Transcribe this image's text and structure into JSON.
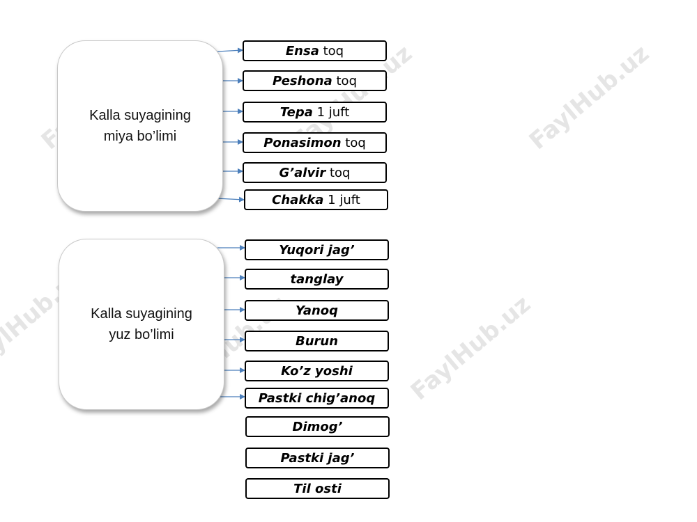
{
  "watermark": "FaylHub.uz",
  "groups": [
    {
      "label": "Kalla suyagining miya bo’limi",
      "items": [
        {
          "name": "Ensa",
          "suffix": "toq"
        },
        {
          "name": "Peshona",
          "suffix": "toq"
        },
        {
          "name": "Tepa",
          "suffix": "1 juft"
        },
        {
          "name": "Ponasimon",
          "suffix": "toq"
        },
        {
          "name": "G’alvir",
          "suffix": "toq"
        },
        {
          "name": "Chakka",
          "suffix": "1 juft"
        }
      ]
    },
    {
      "label": "Kalla suyagining yuz bo’limi",
      "items": [
        {
          "name": "Yuqori jag’",
          "suffix": ""
        },
        {
          "name": "tanglay",
          "suffix": ""
        },
        {
          "name": "Yanoq",
          "suffix": ""
        },
        {
          "name": "Burun",
          "suffix": ""
        },
        {
          "name": "Ko’z yoshi",
          "suffix": ""
        },
        {
          "name": "Pastki chig’anoq",
          "suffix": ""
        },
        {
          "name": "Dimog’",
          "suffix": ""
        },
        {
          "name": "Pastki jag’",
          "suffix": ""
        },
        {
          "name": "Til osti",
          "suffix": ""
        }
      ]
    }
  ],
  "colors": {
    "arrow": "#4a7ebb",
    "item_border": "#000000",
    "box_border": "#c8c8c8"
  }
}
